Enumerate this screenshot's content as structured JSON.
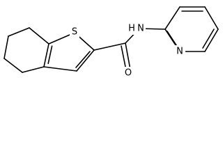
{
  "structure": {
    "atoms": {
      "sulfur": "S",
      "amide_nitrogen": "N",
      "amide_hydrogen": "H",
      "carbonyl_oxygen": "O",
      "pyridine_nitrogen": "N"
    }
  }
}
